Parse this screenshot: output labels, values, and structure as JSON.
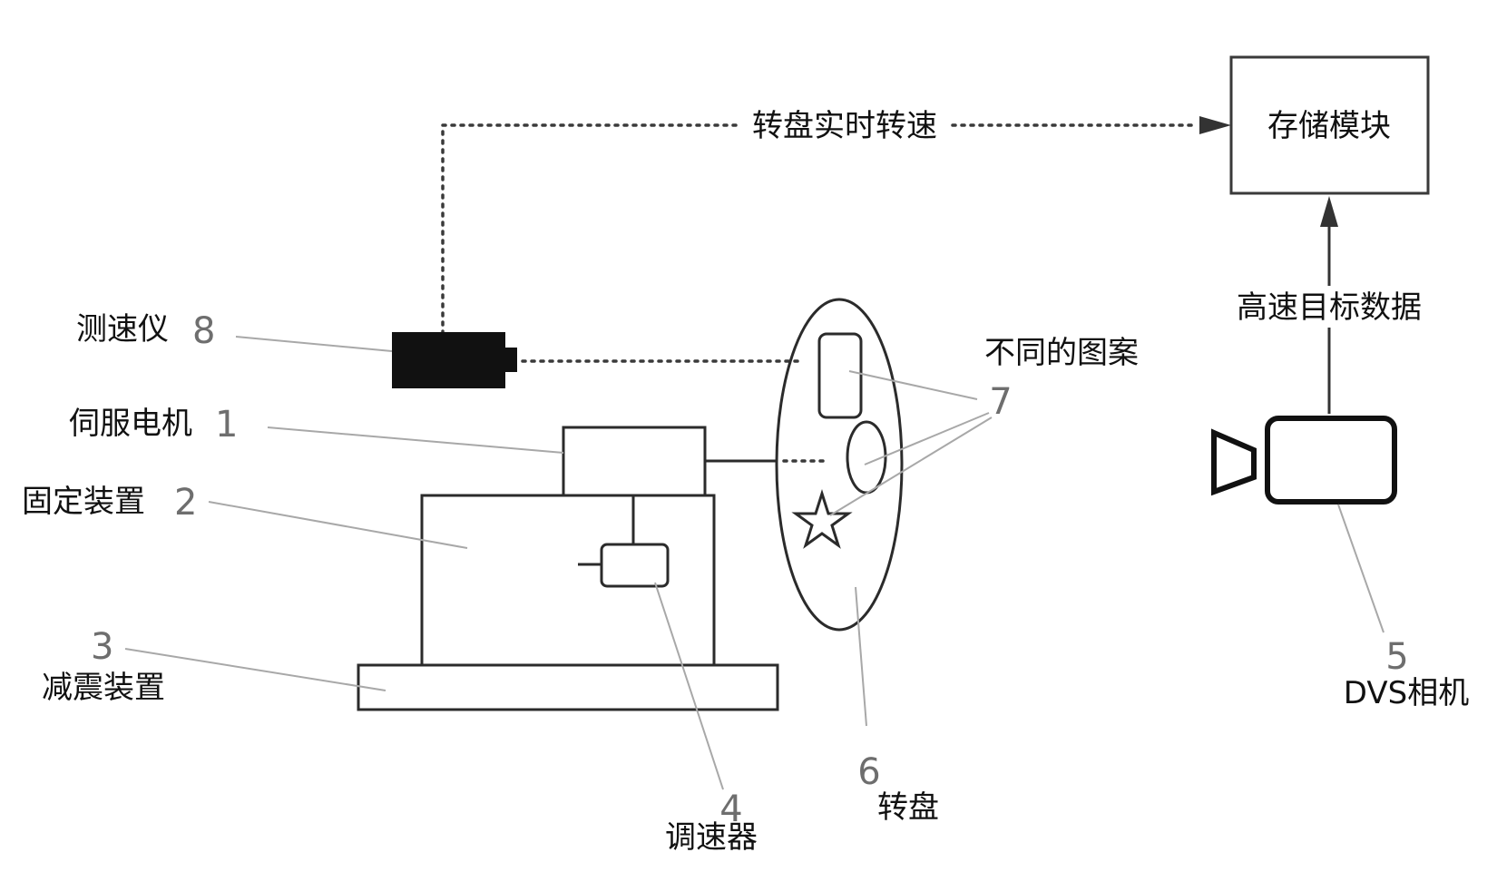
{
  "labels": {
    "storage": "存储模块",
    "realtime_speed": "转盘实时转速",
    "high_speed_data": "高速目标数据",
    "tachometer": "测速仪",
    "servo_motor": "伺服电机",
    "fixture": "固定装置",
    "damper": "减震装置",
    "governor": "调速器",
    "turntable": "转盘",
    "patterns": "不同的图案",
    "dvs_camera": "DVS相机"
  },
  "numbers": {
    "servo_motor": "1",
    "fixture": "2",
    "damper": "3",
    "governor": "4",
    "dvs_camera": "5",
    "turntable": "6",
    "patterns": "7",
    "tachometer": "8"
  }
}
